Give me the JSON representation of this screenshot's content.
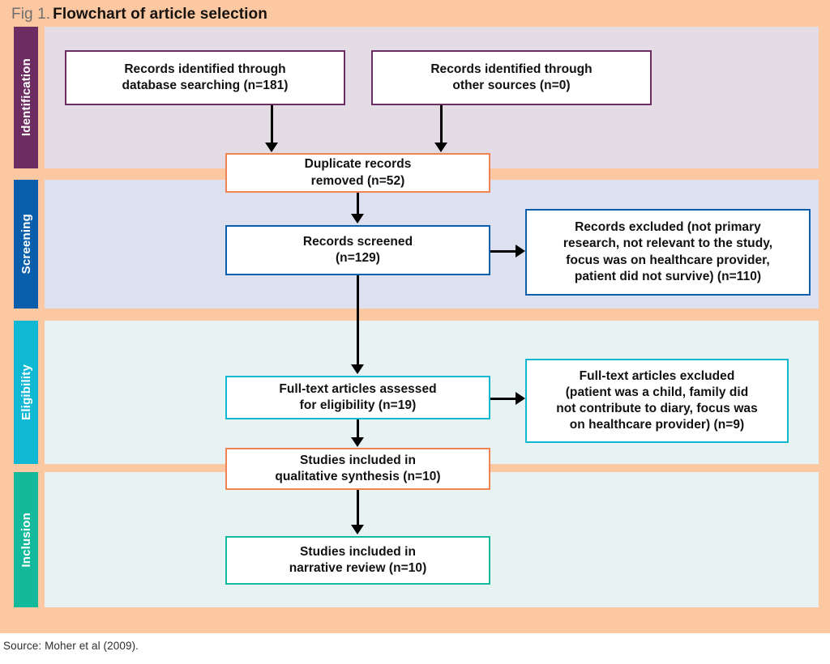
{
  "figure": {
    "number": "Fig 1.",
    "title": "Flowchart of article selection",
    "source": "Source: Moher et al (2009)."
  },
  "colors": {
    "frame": "#fbc8a2",
    "identification_tab": "#6d2d63",
    "identification_panel": "#e4dce4",
    "screening_tab": "#0a5fac",
    "screening_panel": "#dde1ef",
    "eligibility_tab": "#10b8d4",
    "eligibility_panel": "#e6f3f2",
    "inclusion_tab": "#12b99a",
    "inclusion_panel": "#e6f3f2",
    "box_purple": "#6d2d63",
    "box_orange": "#ef8354",
    "box_blue": "#0a5fac",
    "box_cyan": "#10b8d4",
    "box_teal": "#12b99a",
    "connector": "#000000",
    "title_number": "#6f6f6f",
    "title_text": "#16130f"
  },
  "stages": [
    {
      "id": "identification",
      "label": "Identification"
    },
    {
      "id": "screening",
      "label": "Screening"
    },
    {
      "id": "eligibility",
      "label": "Eligibility"
    },
    {
      "id": "inclusion",
      "label": "Inclusion"
    }
  ],
  "boxes": {
    "records_database": {
      "line1": "Records identified through",
      "line2": "database searching (n=181)"
    },
    "records_other": {
      "line1": "Records identified through",
      "line2": "other sources (n=0)"
    },
    "duplicates_removed": {
      "line1": "Duplicate records",
      "line2": "removed (n=52)"
    },
    "records_screened": {
      "line1": "Records screened",
      "line2": "(n=129)"
    },
    "records_excluded": {
      "line1": "Records excluded (not primary",
      "line2": "research, not relevant to the study,",
      "line3": "focus was on healthcare provider,",
      "line4": "patient did not survive) (n=110)"
    },
    "fulltext_assessed": {
      "line1": "Full-text articles assessed",
      "line2": "for eligibility (n=19)"
    },
    "fulltext_excluded": {
      "line1": "Full-text articles excluded",
      "line2": "(patient was a child, family did",
      "line3": "not contribute to diary, focus was",
      "line4": "on healthcare provider) (n=9)"
    },
    "qualitative_synthesis": {
      "line1": "Studies included in",
      "line2": "qualitative synthesis (n=10)"
    },
    "narrative_review": {
      "line1": "Studies included in",
      "line2": "narrative review (n=10)"
    }
  },
  "flow_data": {
    "type": "flowchart",
    "standard": "PRISMA",
    "counts": {
      "identified_database": 181,
      "identified_other": 0,
      "duplicates_removed": 52,
      "screened": 129,
      "excluded_at_screening": 110,
      "fulltext_assessed": 19,
      "fulltext_excluded": 9,
      "included_qualitative": 10,
      "included_narrative": 10
    }
  }
}
